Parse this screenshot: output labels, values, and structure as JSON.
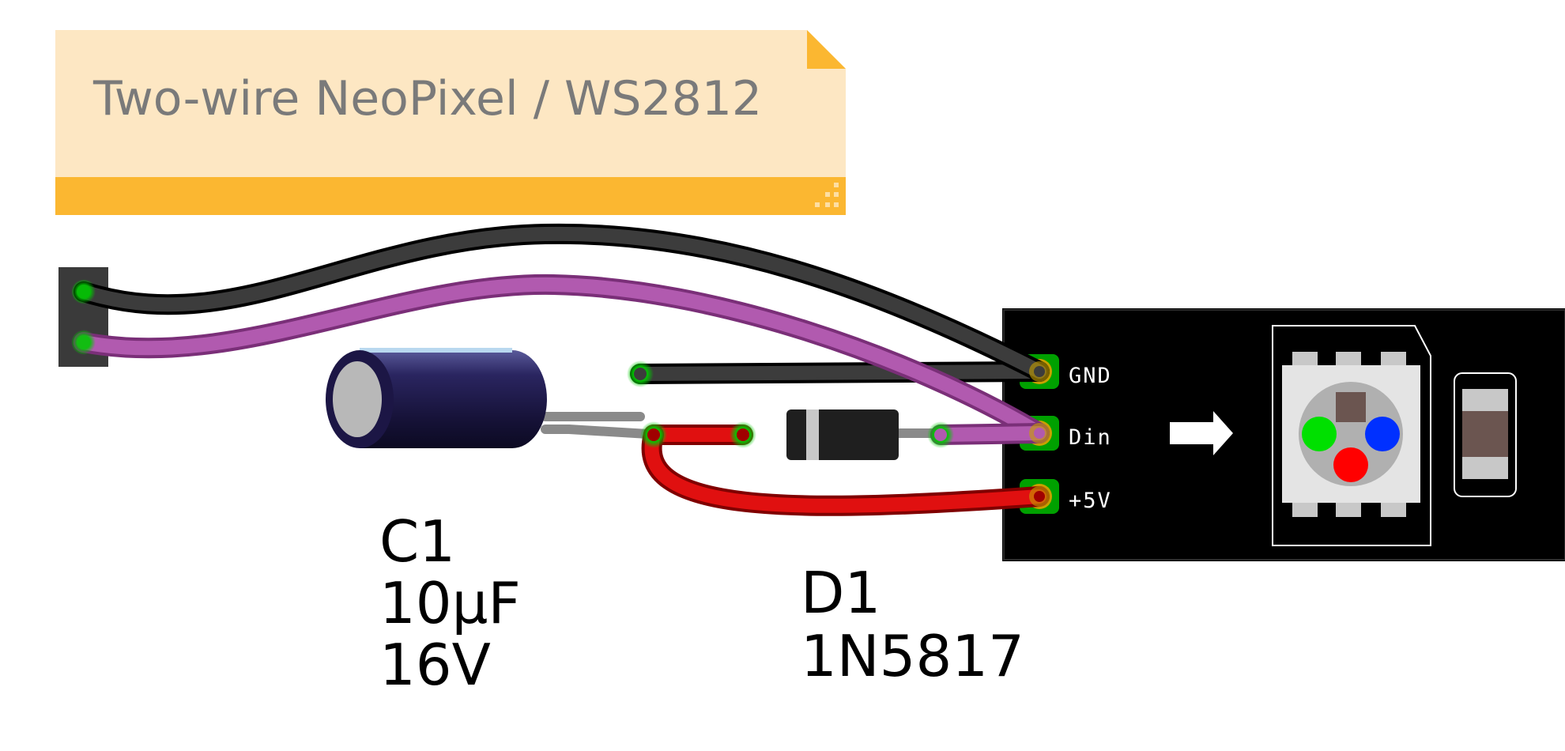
{
  "note": {
    "title": "Two-wire NeoPixel / WS2812"
  },
  "strip": {
    "pins": [
      "GND",
      "Din",
      "+5V"
    ]
  },
  "parts": {
    "capacitor": {
      "ref": "C1",
      "value": "10µF",
      "voltage": "16V"
    },
    "diode": {
      "ref": "D1",
      "value": "1N5817"
    }
  },
  "colors": {
    "note_body": "#fde7c3",
    "note_bar": "#fbb731",
    "wire_black": "#3c3c3c",
    "wire_purple": "#b15aaf",
    "wire_red": "#e01010",
    "capacitor_body": "#1c1645",
    "strip_pcb": "#000000",
    "pad_gold": "#c8a000",
    "led_red": "#ff0000",
    "led_green": "#00e000",
    "led_blue": "#0030ff"
  }
}
